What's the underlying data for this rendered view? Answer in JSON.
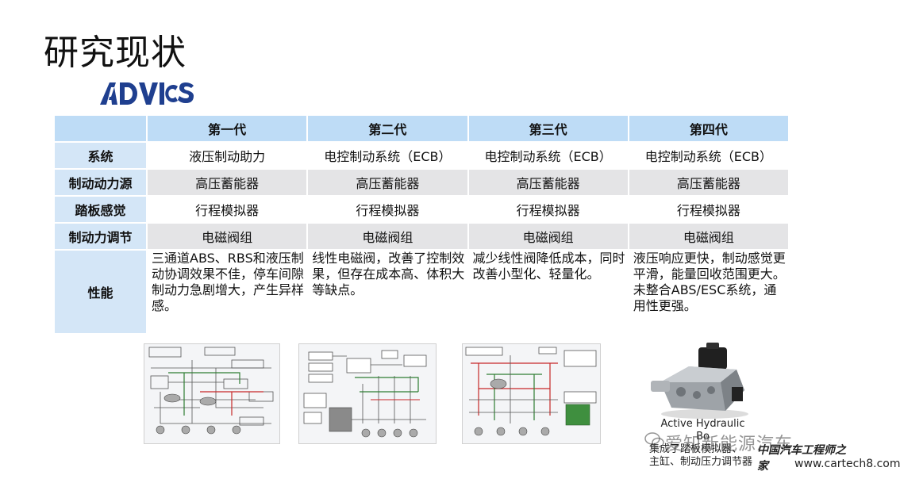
{
  "slide": {
    "title": "研究现状",
    "logo_text": "ADVICS"
  },
  "table": {
    "corner": "",
    "generations": [
      "第一代",
      "第二代",
      "第三代",
      "第四代"
    ],
    "rows": [
      {
        "label": "系统",
        "values": [
          "液压制动助力",
          "电控制动系统（ECB）",
          "电控制动系统（ECB）",
          "电控制动系统（ECB）"
        ]
      },
      {
        "label": "制动动力源",
        "values": [
          "高压蓄能器",
          "高压蓄能器",
          "高压蓄能器",
          "高压蓄能器"
        ]
      },
      {
        "label": "踏板感觉",
        "values": [
          "行程模拟器",
          "行程模拟器",
          "行程模拟器",
          "行程模拟器"
        ]
      },
      {
        "label": "制动力调节",
        "values": [
          "电磁阀组",
          "电磁阀组",
          "电磁阀组",
          "电磁阀组"
        ]
      },
      {
        "label": "性能",
        "values": [
          "三通道ABS、RBS和液压制动协调效果不佳，停车间隙制动力急剧增大，产生异样感。",
          "线性电磁阀，改善了控制效果，但存在成本高、体积大等缺点。",
          "减少线性阀降低成本，同时改善小型化、轻量化。",
          "液压响应更快，制动感觉更平滑，能量回收范围更大。未整合ABS/ESC系统，通用性更强。"
        ]
      }
    ]
  },
  "images": {
    "diagram_1": "hydraulic-circuit-diagram-gen1",
    "diagram_2": "hydraulic-circuit-diagram-gen2",
    "diagram_3": "hydraulic-circuit-diagram-gen3",
    "unit_photo": "active-hydraulic-booster-unit"
  },
  "caption": {
    "line1": "Active Hydraulic",
    "line2": "Bo",
    "line3": "集成了踏板模拟器、",
    "line4": "主缸、制动压力调节器"
  },
  "watermark": {
    "name": "爱知新能源汽车",
    "brand_cn": "中国汽车工程师之家",
    "url": "www.cartech8.com"
  },
  "colors": {
    "header_bg": "#bedcf6",
    "label_bg": "#d4e6f7",
    "stripe_bg": "#e4e4e6",
    "logo_blue": "#1f3f8f"
  }
}
